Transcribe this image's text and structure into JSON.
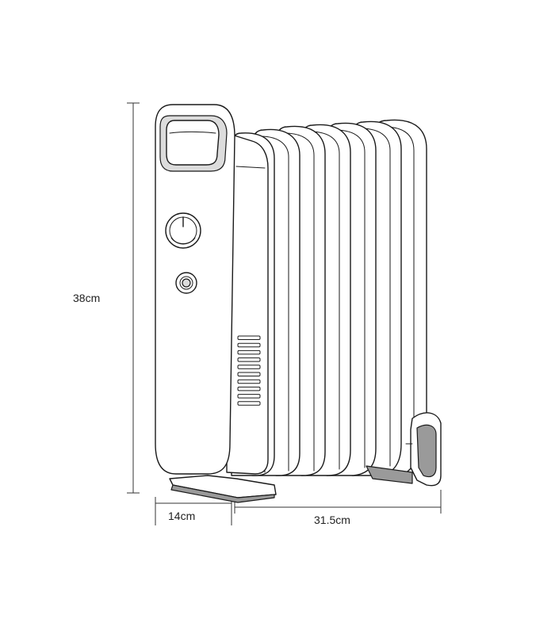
{
  "dimensions": {
    "height_label": "38cm",
    "depth_label": "14cm",
    "width_label": "31.5cm"
  },
  "product": {
    "icon": "oil-filled-radiator-heater-drawing",
    "fin_count": 7,
    "vent_slot_count": 10,
    "controls": [
      "thermostat-dial",
      "power-indicator-knob"
    ]
  }
}
